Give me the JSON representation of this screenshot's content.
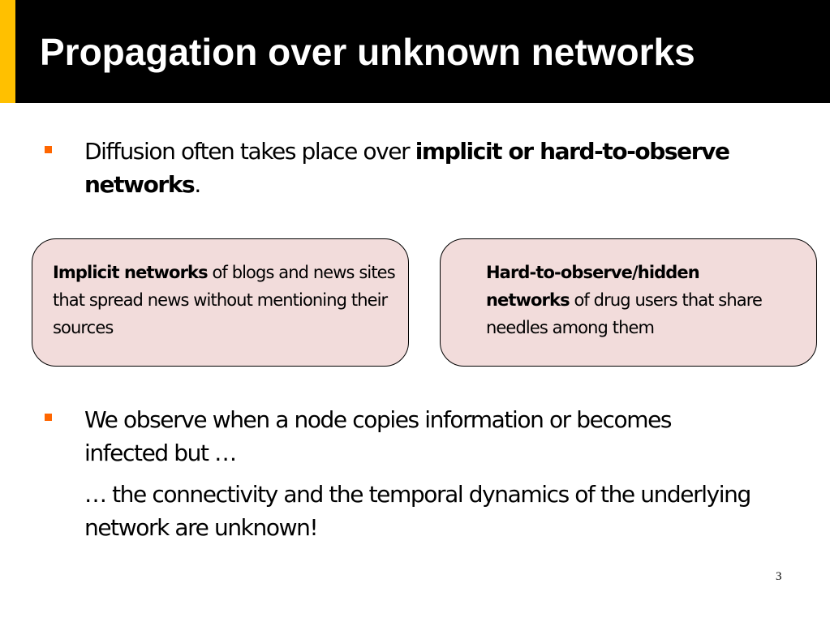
{
  "slide": {
    "title": "Propagation over unknown networks",
    "bullet1": {
      "text_before": "Diffusion often takes place over ",
      "bold": "implicit or hard-to-observe networks",
      "text_after": "."
    },
    "box_left": {
      "bold": "Implicit networks",
      "rest": " of blogs and news sites that spread news without mentioning their sources"
    },
    "box_right": {
      "bold": "Hard-to-observe/hidden networks",
      "rest": " of drug users that share needles among them"
    },
    "bullet2": {
      "text": "We observe when a node copies information or becomes infected but …",
      "continuation": "… the connectivity and the temporal dynamics of the underlying network are unknown!"
    },
    "page_number": "3",
    "colors": {
      "title_bar": "#000000",
      "accent_bar": "#FFC000",
      "bullet": "#FF6600",
      "box_fill": "#F2DCDB"
    }
  }
}
